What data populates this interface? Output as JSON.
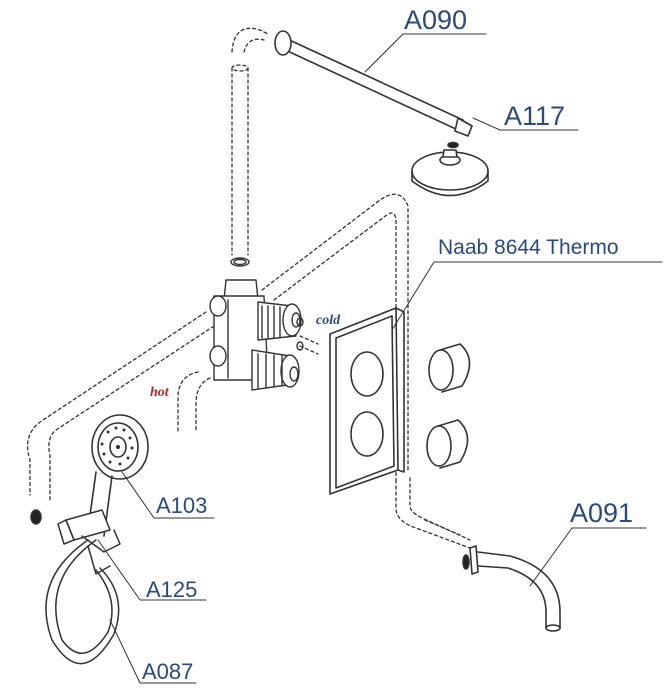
{
  "model_label": "Naab 8644 Thermo",
  "parts": {
    "shower_arm": "A090",
    "overhead_shower": "A117",
    "hand_shower": "A103",
    "wall_holder": "A125",
    "hose": "A087",
    "spout": "A091"
  },
  "annotations": {
    "cold": "cold",
    "hot": "hot"
  },
  "colors": {
    "label_text": "#2b4a7a",
    "cold_text": "#2b4a7a",
    "hot_text": "#a52a2a",
    "line": "#333333"
  }
}
